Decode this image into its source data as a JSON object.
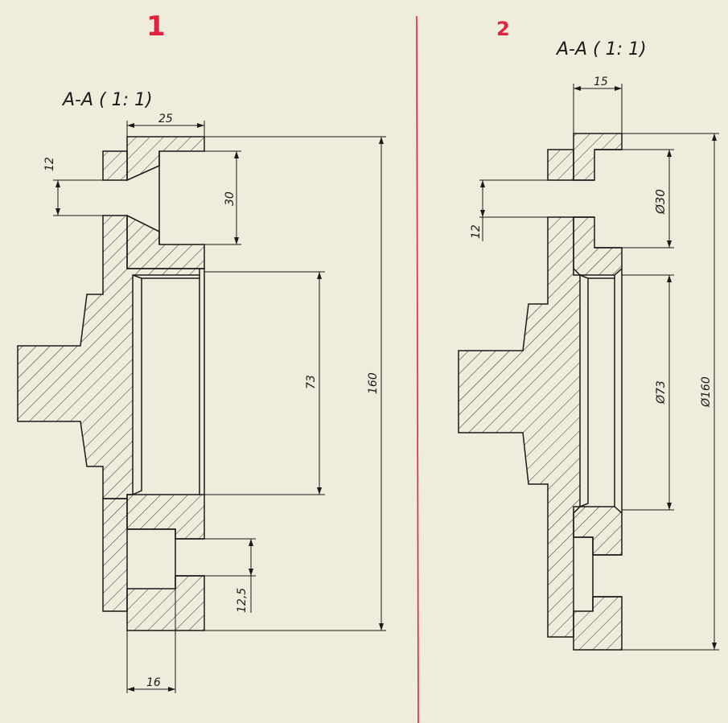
{
  "labels": {
    "variant_1": "1",
    "variant_2": "2"
  },
  "view1": {
    "title": "A-A ( 1: 1)",
    "dims": {
      "d25": "25",
      "d12": "12",
      "d30": "30",
      "d73": "73",
      "d160": "160",
      "d12_5": "12,5",
      "d16": "16"
    }
  },
  "view2": {
    "title": "A-A ( 1: 1)",
    "dims": {
      "d15": "15",
      "d12": "12",
      "d30": "Ø30",
      "d73": "Ø73",
      "d160": "Ø160"
    }
  },
  "colors": {
    "background": "#efecdc",
    "divider": "#e0233f",
    "lines": "#1a1a1a"
  }
}
